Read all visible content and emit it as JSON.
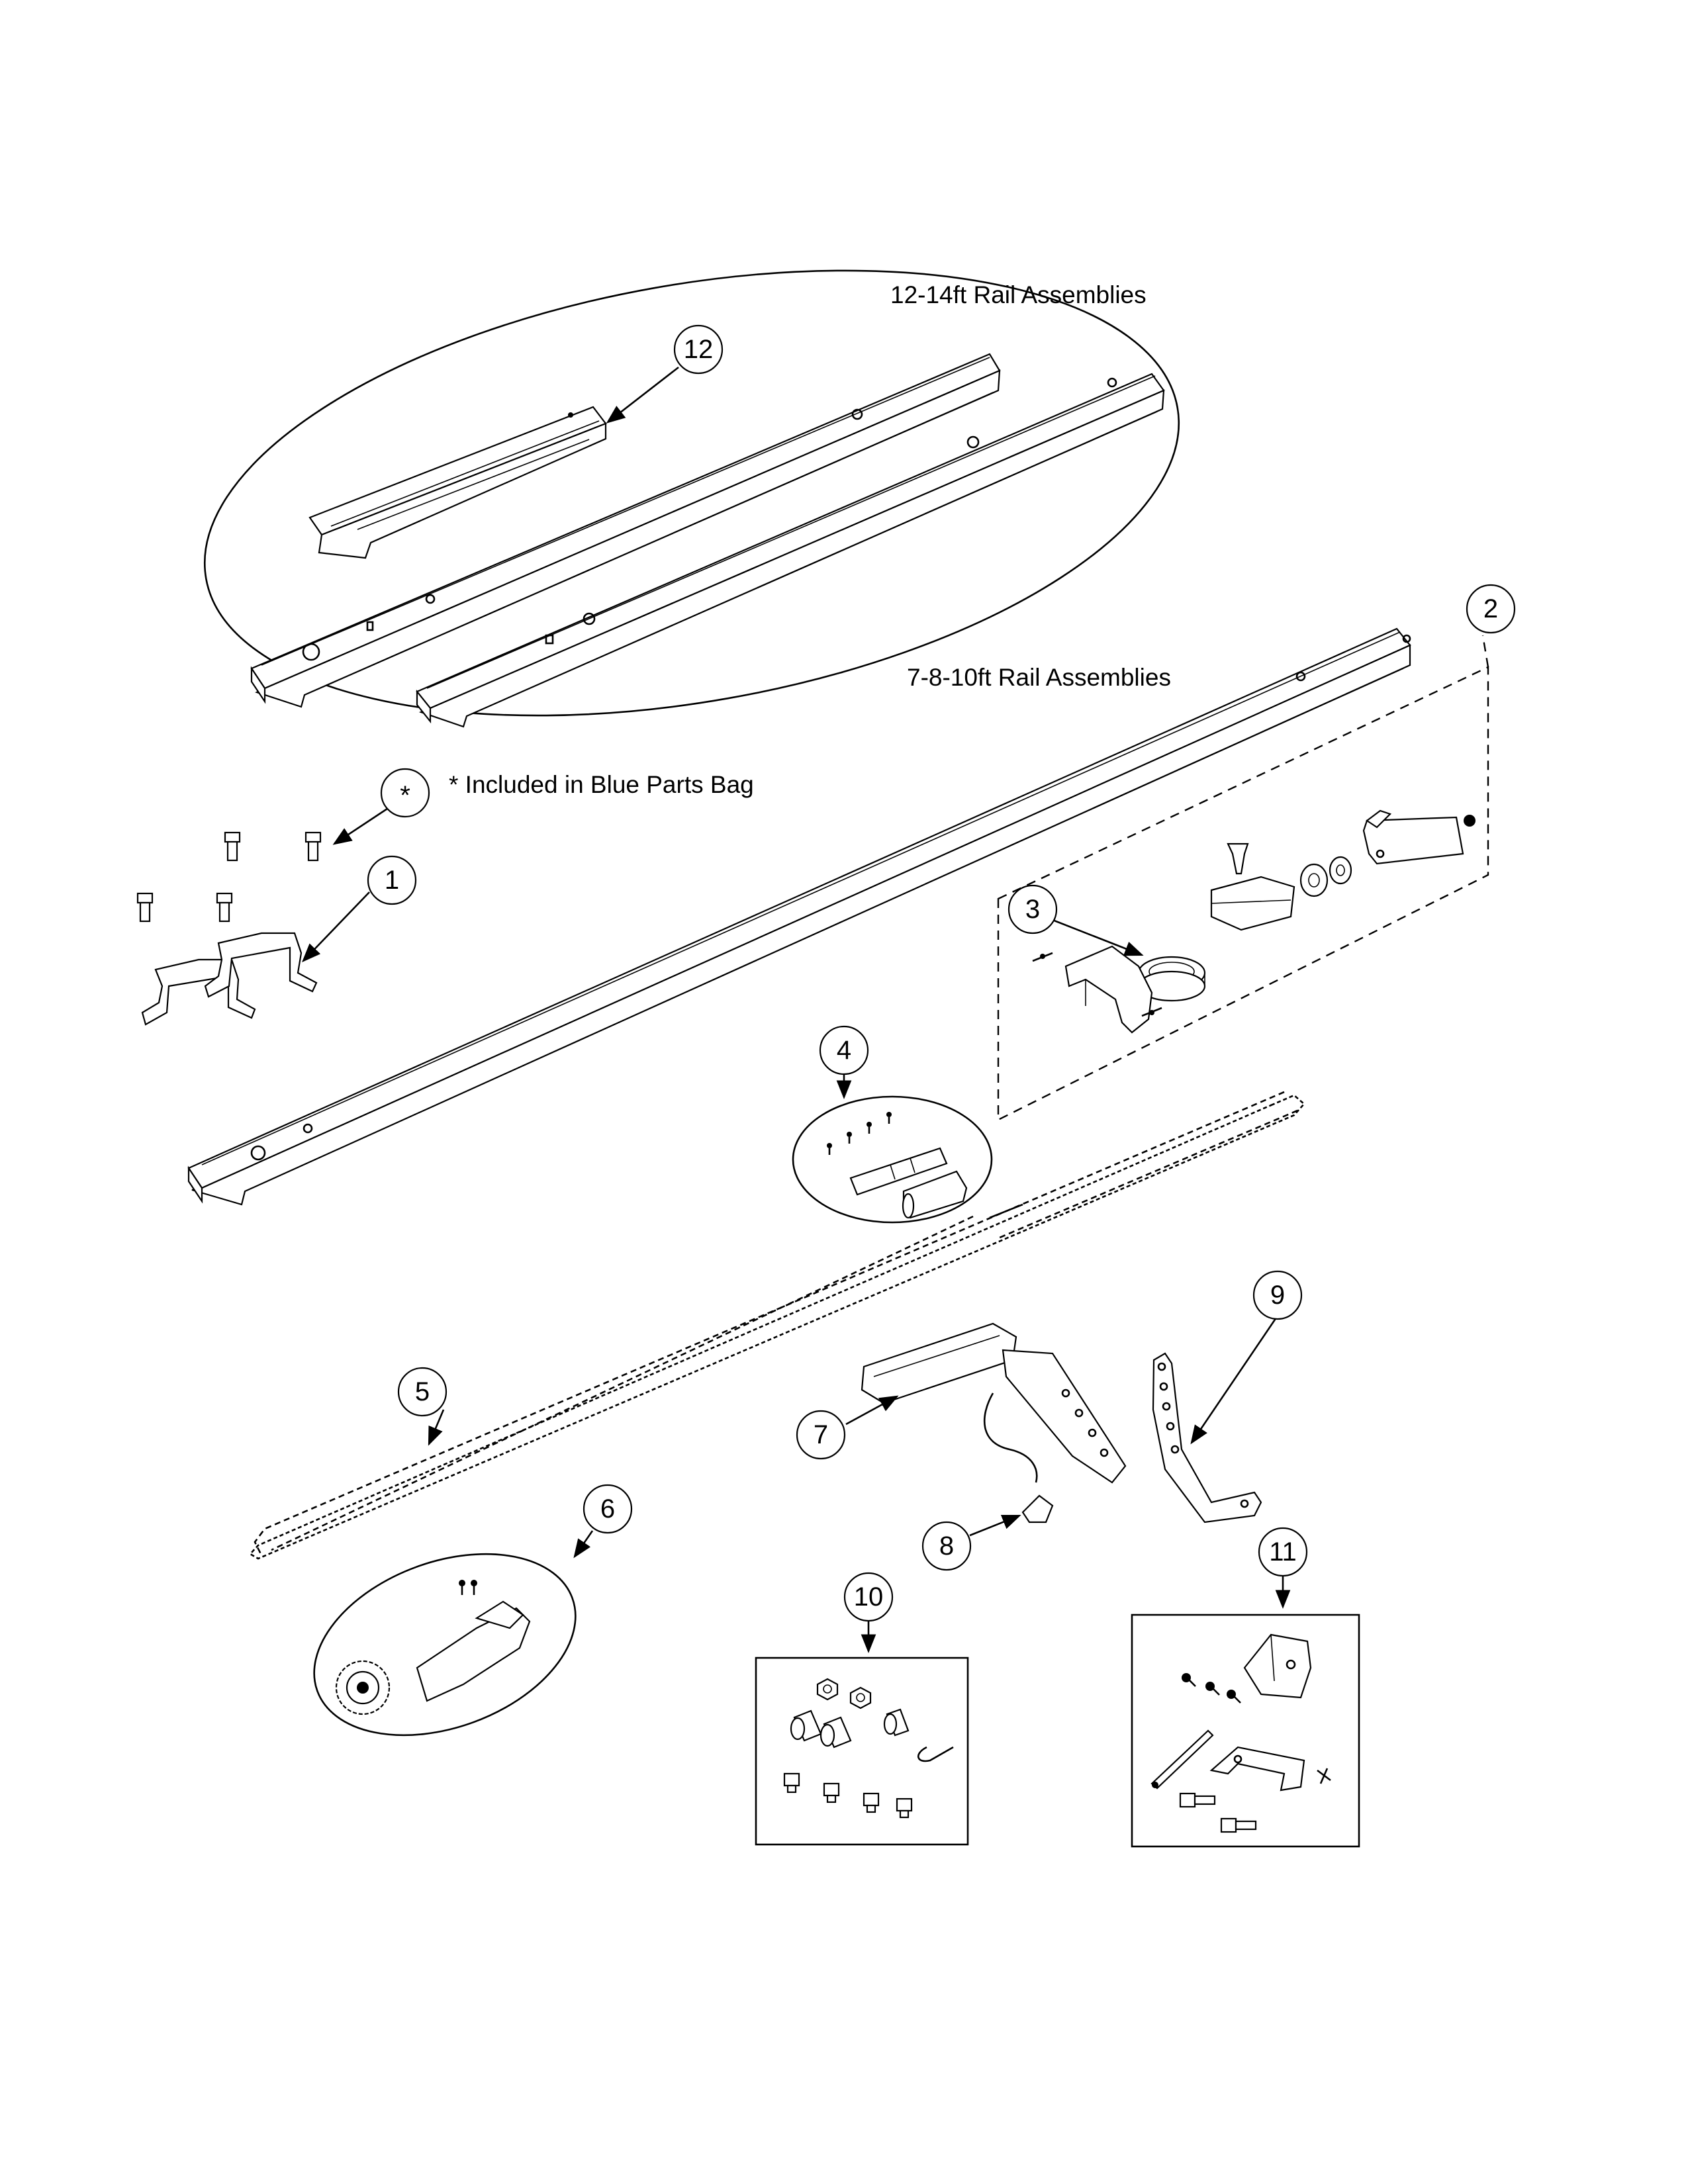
{
  "labels": {
    "rail_12_14": "12-14ft Rail Assemblies",
    "rail_7_8_10": "7-8-10ft Rail Assemblies",
    "blue_bag_mark": "*",
    "blue_bag_note": "*  Included in Blue Parts Bag"
  },
  "callouts": {
    "c1": "1",
    "c2": "2",
    "c3": "3",
    "c4": "4",
    "c5": "5",
    "c6": "6",
    "c7": "7",
    "c8": "8",
    "c9": "9",
    "c10": "10",
    "c11": "11",
    "c12": "12"
  }
}
